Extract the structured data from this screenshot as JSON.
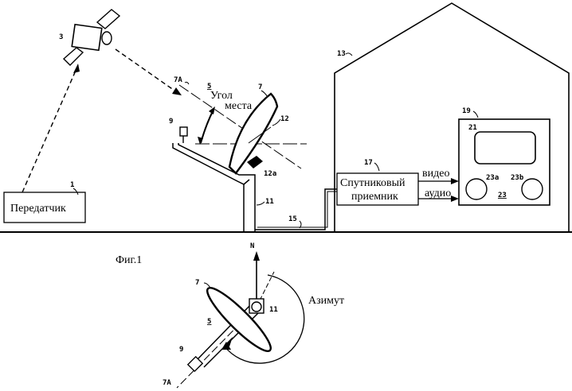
{
  "labels": {
    "transmitter": "Передатчик",
    "receiver_line1": "Спутниковый",
    "receiver_line2": "приемник",
    "video": "видео",
    "audio": "аудио",
    "elevation_line1": "Угол",
    "elevation_line2": "места",
    "azimuth": "Азимут",
    "figure": "Фиг.1",
    "north": "N"
  },
  "refs": {
    "transmitter": "1",
    "satellite": "3",
    "beam": "5",
    "beam_axis": "7A",
    "dish": "7",
    "feed": "9",
    "mast": "11",
    "dish_mount": "12",
    "pivot": "12a",
    "house": "13",
    "cable": "15",
    "receiver": "17",
    "tv": "19",
    "screen": "21",
    "speaker_a": "23a",
    "speaker_b": "23b",
    "speakers": "23",
    "bottom_beam": "5",
    "bottom_axis": "7A",
    "bottom_dish": "7",
    "bottom_feed": "9",
    "bottom_mast": "11"
  }
}
